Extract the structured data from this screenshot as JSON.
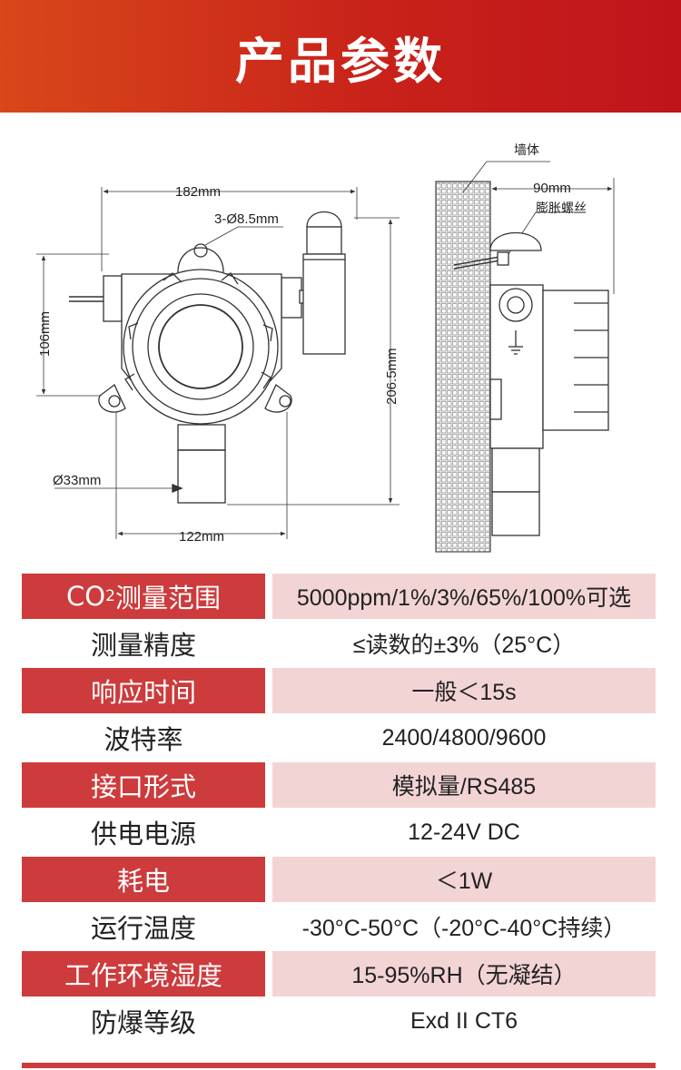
{
  "header": {
    "title": "产品参数"
  },
  "diagram": {
    "front": {
      "width_label": "182mm",
      "hole_label": "3-Ø8.5mm",
      "height_label": "106mm",
      "total_height_label": "206.5mm",
      "sensor_dia_label": "Ø33mm",
      "base_width_label": "122mm"
    },
    "side": {
      "wall_label": "墙体",
      "depth_label": "90mm",
      "bolt_label": "膨胀螺丝"
    }
  },
  "specs": [
    {
      "label_main": "CO",
      "label_sub": "2",
      "label_rest": "测量范围",
      "value": "5000ppm/1%/3%/65%/100%可选",
      "highlight": true
    },
    {
      "label": "测量精度",
      "value": "≤读数的±3%（25°C）",
      "highlight": false
    },
    {
      "label": "响应时间",
      "value": "一般＜15s",
      "highlight": true
    },
    {
      "label": "波特率",
      "value": "2400/4800/9600",
      "highlight": false
    },
    {
      "label": "接口形式",
      "value": "模拟量/RS485",
      "highlight": true
    },
    {
      "label": "供电电源",
      "value": "12-24V DC",
      "highlight": false
    },
    {
      "label": "耗电",
      "value": "＜1W",
      "highlight": true
    },
    {
      "label": "运行温度",
      "value": "-30°C-50°C（-20°C-40°C持续）",
      "highlight": false
    },
    {
      "label": "工作环境湿度",
      "value": "15-95%RH（无凝结）",
      "highlight": true
    },
    {
      "label": "防爆等级",
      "value": "Exd II CT6",
      "highlight": false
    }
  ]
}
